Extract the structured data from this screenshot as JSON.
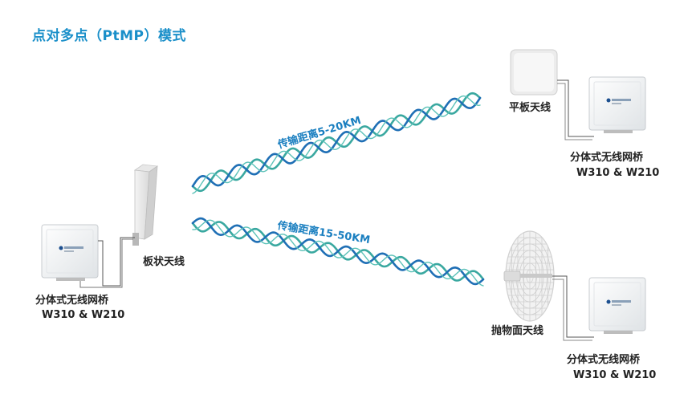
{
  "title": "点对多点（PtMP）模式",
  "left_node": {
    "antenna_label": "板状天线",
    "device_label": "分体式无线网桥",
    "model_label": "W310 & W210"
  },
  "top_right_node": {
    "antenna_label": "平板天线",
    "device_label": "分体式无线网桥",
    "model_label": "W310 & W210"
  },
  "bottom_right_node": {
    "antenna_label": "抛物面天线",
    "device_label": "分体式无线网桥",
    "model_label": "W310 & W210"
  },
  "links": [
    {
      "distance_label": "传输距离5-20KM"
    },
    {
      "distance_label": "传输距离15-50KM"
    }
  ],
  "colors": {
    "title": "#1a8fc9",
    "distance_text": "#1a7fc0",
    "wave_teal": "#3aa8a0",
    "wave_blue": "#1f6fb5"
  }
}
